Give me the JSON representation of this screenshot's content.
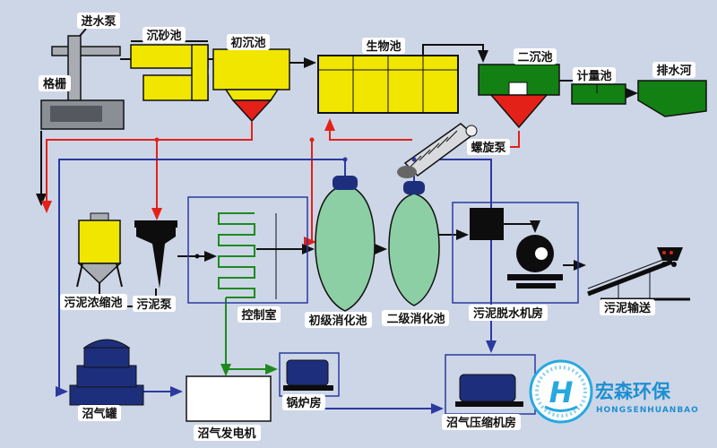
{
  "labels": {
    "inlet_pump": "进水泵",
    "grit_chamber": "沉砂池",
    "primary_sedimentation_tank": "初沉池",
    "biological_tank": "生物池",
    "secondary_sedimentation_tank": "二沉池",
    "metering_tank": "计量池",
    "drainage_river": "排水河",
    "bar_screen": "格栅",
    "screw_pump": "螺旋泵",
    "sludge_thickening_tank": "污泥浓缩池",
    "sludge_pump": "污泥泵",
    "control_room": "控制室",
    "primary_digester": "初级消化池",
    "secondary_digester": "二级消化池",
    "sludge_dewatering_room": "污泥脱水机房",
    "sludge_conveying": "污泥输送",
    "biogas_tank": "沼气罐",
    "biogas_generator": "沼气发电机",
    "boiler_room": "锅炉房",
    "biogas_compressor_room": "沼气压缩机房"
  },
  "logo": {
    "mark": "H",
    "name": "宏森环保",
    "subtitle": "HONGSENHUANBAO"
  },
  "colors": {
    "background": "#cdd6e7",
    "tank_yellow": "#f0e600",
    "basin_green": "#128012",
    "funnel_red": "#e32119",
    "digester_green": "#8ccfa4",
    "navy_blue": "#1d2f7c",
    "machine_black": "#0d0d0d",
    "steel_gray": "#a9adb3",
    "line_red": "#e32119",
    "line_green": "#1e8a1e",
    "line_navy": "#2b3a9e",
    "line_black": "#111111",
    "logo_blue": "#27a9e0"
  }
}
